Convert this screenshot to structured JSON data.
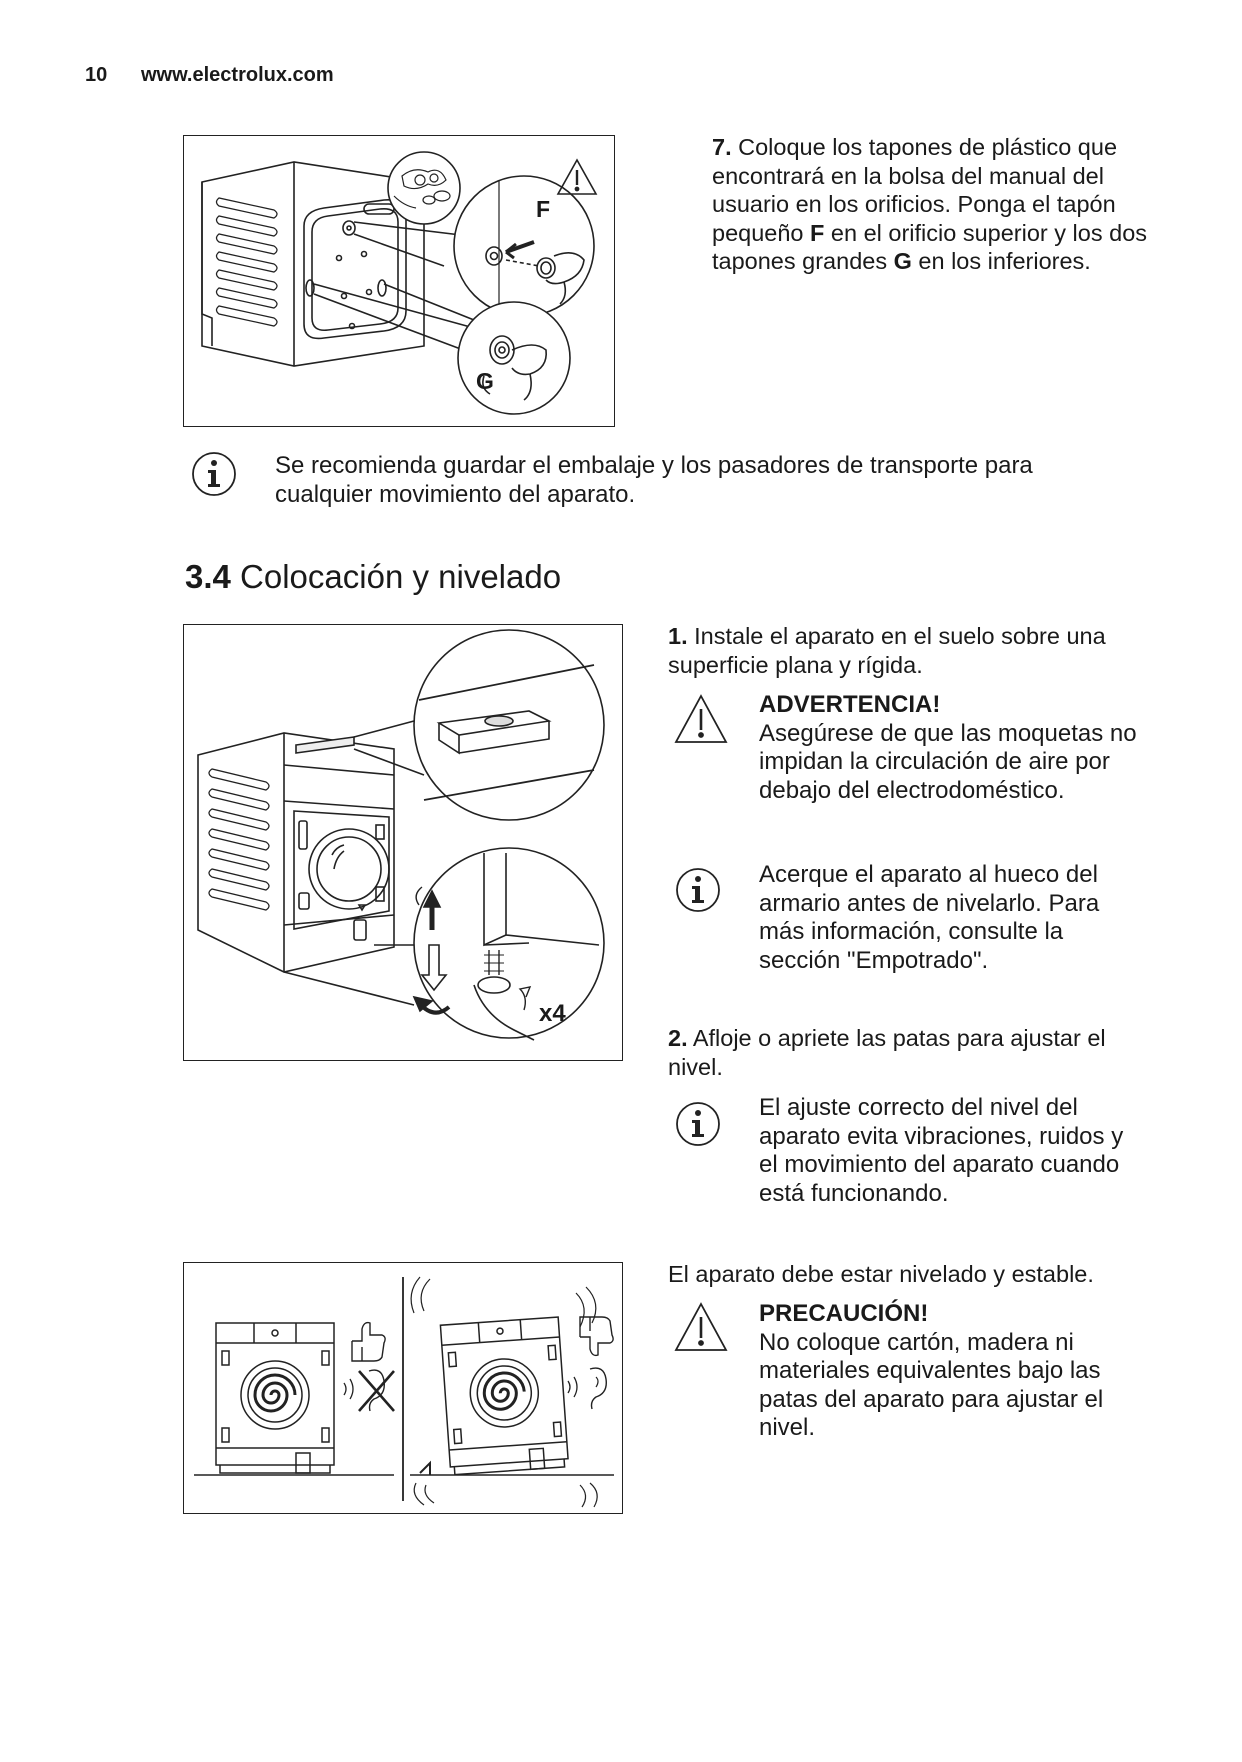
{
  "header": {
    "page_number": "10",
    "site": "www.electrolux.com"
  },
  "step7": {
    "num": "7.",
    "t1": " Coloque los tapones de plástico que encontrará en la bolsa del manual del usuario en los orificios. Ponga el tapón pequeño ",
    "f": "F",
    "t2": " en el orificio superior y los dos tapones grandes ",
    "g": "G",
    "t3": " en los inferiores."
  },
  "fig1": {
    "label_f": "F",
    "label_g": "G"
  },
  "info1": "Se recomienda guardar el embalaje y los pasadores de transporte para cualquier movimiento del aparato.",
  "section": {
    "number": "3.4",
    "title": " Colocación y nivelado"
  },
  "step1": {
    "num": "1.",
    "text": " Instale el aparato en el suelo sobre una superficie plana y rígida."
  },
  "warning1": {
    "title": "ADVERTENCIA!",
    "text": "Asegúrese de que las moquetas no impidan la circulación de aire por debajo del electrodoméstico."
  },
  "info2": "Acerque el aparato al hueco del armario antes de nivelarlo. Para más información, consulte la sección \"Empotrado\".",
  "fig2": {
    "label_x4": "x4"
  },
  "step2": {
    "num": "2.",
    "text": " Afloje o apriete las patas para ajustar el nivel."
  },
  "info3": "El ajuste correcto del nivel del aparato evita vibraciones, ruidos y el movimiento del aparato cuando está funcionando.",
  "level_note": "El aparato debe estar nivelado y estable.",
  "caution": {
    "title": "PRECAUCIÓN!",
    "text": "No coloque cartón, madera ni materiales equivalentes bajo las patas del aparato para ajustar el nivel."
  }
}
